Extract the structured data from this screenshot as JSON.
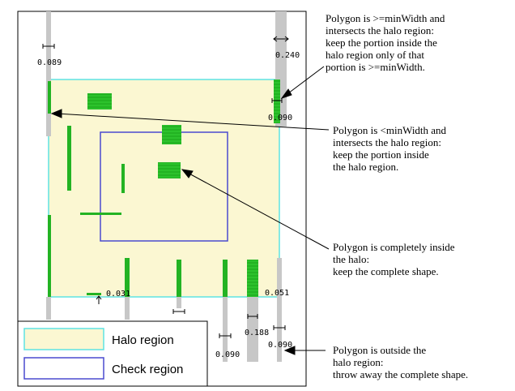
{
  "legend": {
    "halo_label": "Halo region",
    "check_label": "Check region"
  },
  "colors": {
    "halo_fill": "#fbf7d2",
    "halo_border": "#5fe3e3",
    "check_border": "#4a4acf",
    "polygon_green": "#23b323",
    "polygon_gray": "#c7c7c7"
  },
  "measurements": {
    "m1": "0.089",
    "m2": "0.240",
    "m3": "0.090",
    "m4": "0.031",
    "m5": "0.051",
    "m6": "0.188",
    "m7": "0.090",
    "m8": "0.090"
  },
  "annotations": {
    "a1": "Polygon is >=minWidth and\nintersects the halo region:\nkeep the portion inside the\nhalo region only of that\nportion is >=minWidth.",
    "a2": "Polygon is <minWidth and\nintersects the halo region:\nkeep the portion inside\nthe halo region.",
    "a3": "Polygon is completely inside\nthe halo:\nkeep the complete shape.",
    "a4": "Polygon is outside the\nhalo region:\nthrow away the complete shape."
  }
}
